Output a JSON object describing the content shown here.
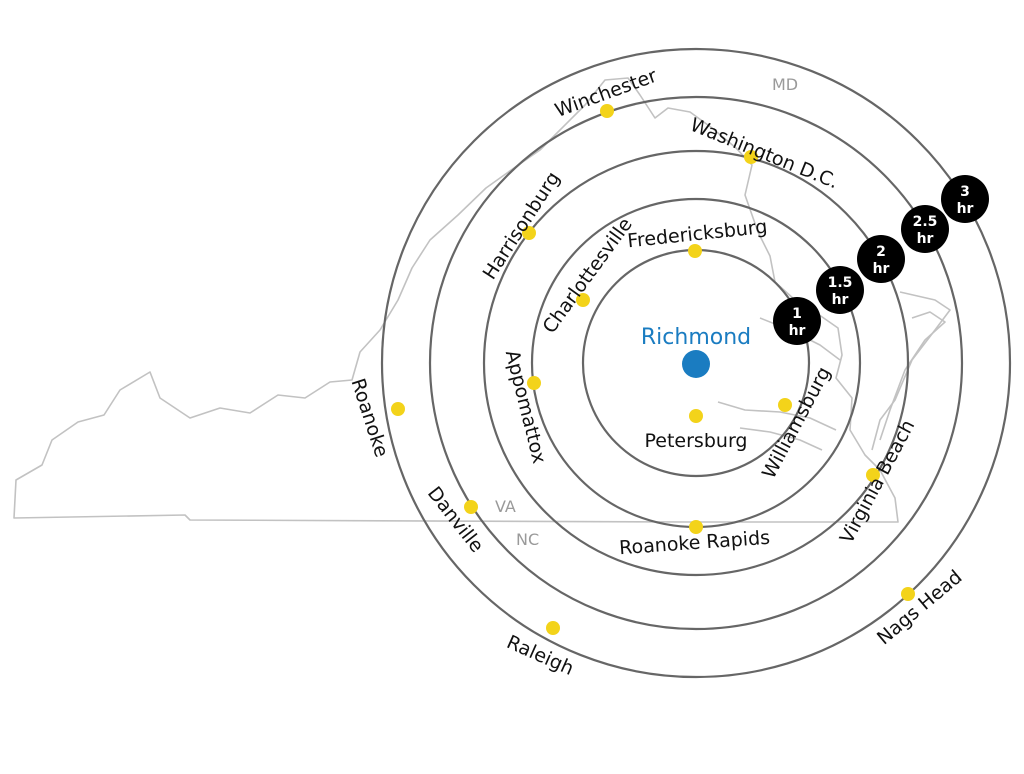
{
  "center": {
    "label": "Richmond",
    "color": "#1a7cc1"
  },
  "ring_color": "#666666",
  "dot_color": "#f3d31a",
  "badge_color": "#000000",
  "rings": [
    {
      "line1": "1",
      "line2": "hr"
    },
    {
      "line1": "1.5",
      "line2": "hr"
    },
    {
      "line1": "2",
      "line2": "hr"
    },
    {
      "line1": "2.5",
      "line2": "hr"
    },
    {
      "line1": "3",
      "line2": "hr"
    }
  ],
  "states": {
    "md": "MD",
    "va": "VA",
    "nc": "NC"
  },
  "cities": {
    "fredericksburg": "Fredericksburg",
    "petersburg": "Petersburg",
    "williamsburg": "Williamsburg",
    "charlottesville": "Charlottesville",
    "appomattox": "Appomattox",
    "roanoke_rapids": "Roanoke Rapids",
    "washington_dc": "Washington D.C.",
    "harrisonburg": "Harrisonburg",
    "virginia_beach": "Virginia Beach",
    "winchester": "Winchester",
    "roanoke": "Roanoke",
    "danville": "Danville",
    "raleigh": "Raleigh",
    "nags_head": "Nags Head"
  }
}
